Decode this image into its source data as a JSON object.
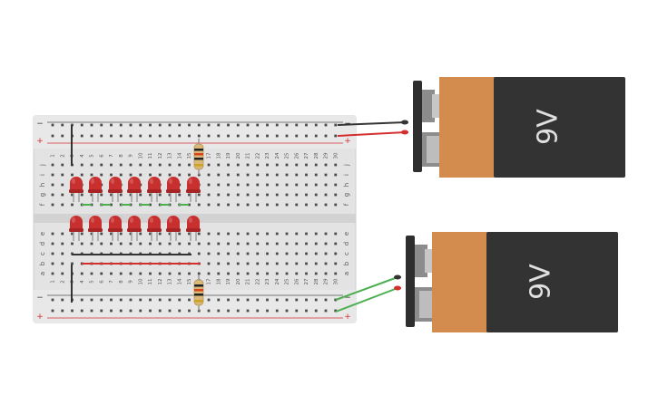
{
  "breadboard": {
    "top_rail": {
      "minus_label": "−",
      "plus_label": "+"
    },
    "bottom_rail": {
      "minus_label": "−",
      "plus_label": "+"
    },
    "column_numbers": [
      "1",
      "2",
      "3",
      "4",
      "5",
      "6",
      "7",
      "8",
      "9",
      "10",
      "11",
      "12",
      "13",
      "14",
      "15",
      "16",
      "17",
      "18",
      "19",
      "20",
      "21",
      "22",
      "23",
      "24",
      "25",
      "26",
      "27",
      "28",
      "29",
      "30"
    ],
    "row_letters_top": [
      "j",
      "i",
      "h",
      "g",
      "f"
    ],
    "row_letters_bottom": [
      "e",
      "d",
      "c",
      "b",
      "a"
    ]
  },
  "leds": {
    "color": "#c8302f",
    "top_row_count": 7,
    "bottom_row_count": 7
  },
  "resistors": {
    "count": 2
  },
  "batteries": [
    {
      "label": "9V",
      "body_color": "#333333",
      "cap_color": "#d48b4e"
    },
    {
      "label": "9V",
      "body_color": "#333333",
      "cap_color": "#d48b4e"
    }
  ],
  "wires": {
    "top_battery": [
      "#333333",
      "#d32f2f"
    ],
    "bottom_battery": [
      "#333333",
      "#d32f2f"
    ],
    "jumper_green": "#4caf50",
    "rail_red": "#d32f2f",
    "rail_black": "#333333"
  }
}
